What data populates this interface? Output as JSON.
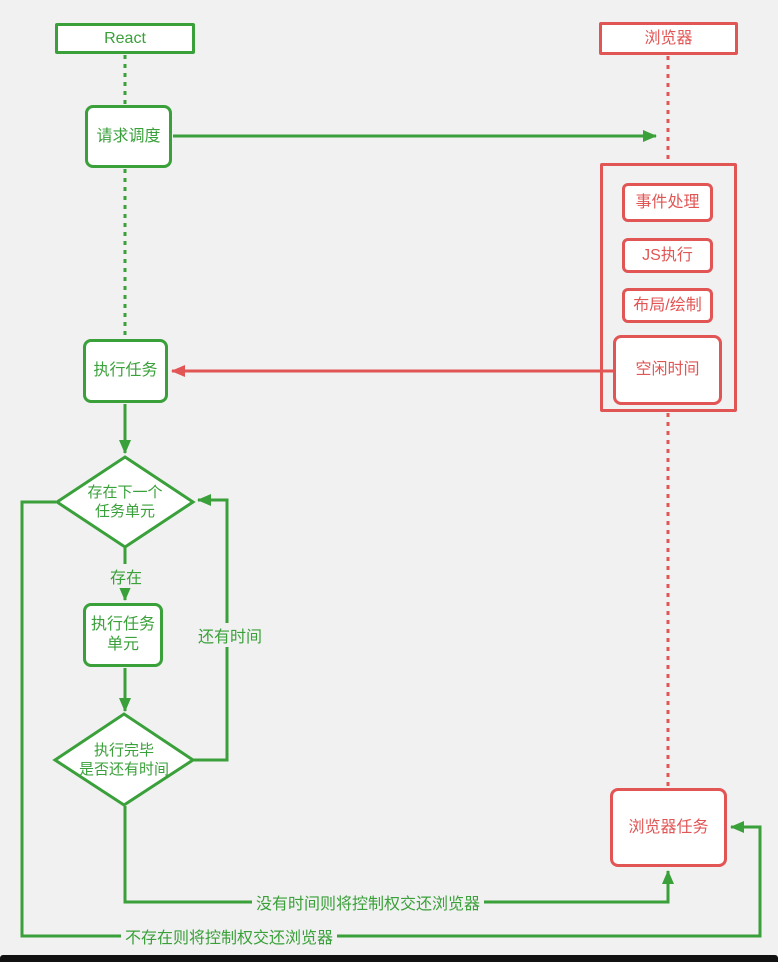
{
  "colors": {
    "green": "#3aa03a",
    "red": "#e25555",
    "background": "#f1f1f1",
    "node_fill": "#ffffff",
    "bottom_bar": "#111111"
  },
  "lifelines": {
    "react": {
      "label": "React"
    },
    "browser": {
      "label": "浏览器"
    }
  },
  "nodes": {
    "request_schedule": {
      "label": "请求调度"
    },
    "perform_task": {
      "label": "执行任务"
    },
    "event_handling": {
      "label": "事件处理"
    },
    "js_execution": {
      "label": "JS执行"
    },
    "layout_paint": {
      "label": "布局/绘制"
    },
    "idle_time": {
      "label": "空闲时间"
    },
    "has_next_unit": {
      "line1": "存在下一个",
      "line2": "任务单元"
    },
    "perform_unit": {
      "line1": "执行任务",
      "line2": "单元"
    },
    "done_check": {
      "line1": "执行完毕",
      "line2": "是否还有时间"
    },
    "browser_task": {
      "label": "浏览器任务"
    }
  },
  "edge_labels": {
    "exists": "存在",
    "time_left": "还有时间",
    "no_time": "没有时间则将控制权交还浏览器",
    "not_exists": "不存在则将控制权交还浏览器"
  }
}
